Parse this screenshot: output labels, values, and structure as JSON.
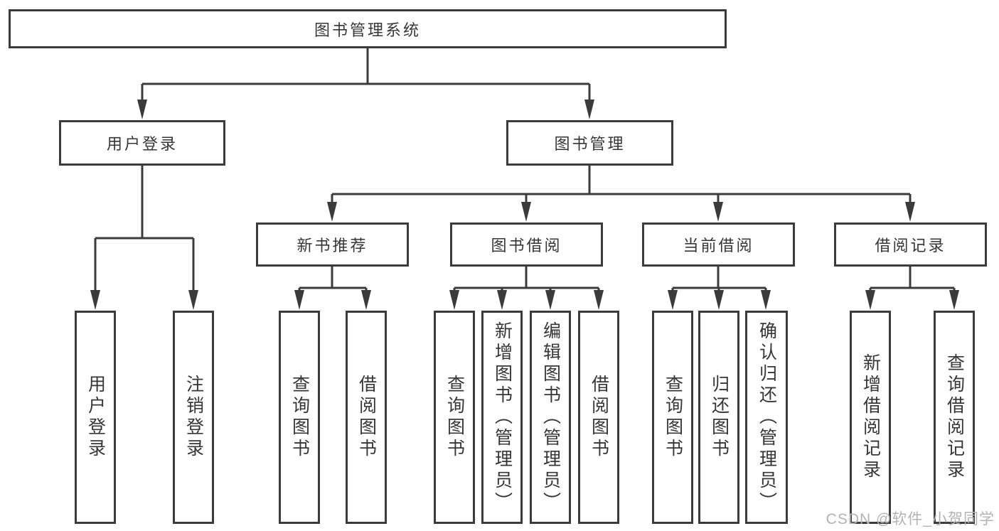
{
  "tree": {
    "label": "图书管理系统",
    "children": [
      {
        "label": "用户登录",
        "children": [
          {
            "label": "用户登录"
          },
          {
            "label": "注销登录"
          }
        ]
      },
      {
        "label": "图书管理",
        "children": [
          {
            "label": "新书推荐",
            "children": [
              {
                "label": "查询图书"
              },
              {
                "label": "借阅图书"
              }
            ]
          },
          {
            "label": "图书借阅",
            "children": [
              {
                "label": "查询图书"
              },
              {
                "label": "新增图书（管理员）"
              },
              {
                "label": "编辑图书（管理员）"
              },
              {
                "label": "借阅图书"
              }
            ]
          },
          {
            "label": "当前借阅",
            "children": [
              {
                "label": "查询图书"
              },
              {
                "label": "归还图书"
              },
              {
                "label": "确认归还（管理员）"
              }
            ]
          },
          {
            "label": "借阅记录",
            "children": [
              {
                "label": "新增借阅记录"
              },
              {
                "label": "查询借阅记录"
              }
            ]
          }
        ]
      }
    ]
  },
  "colors": {
    "line": "#3b3b3b",
    "text": "#363636",
    "watermark": "#b3b3b3",
    "background": "#ffffff"
  },
  "watermark": "CSDN @软件_小贺同学"
}
